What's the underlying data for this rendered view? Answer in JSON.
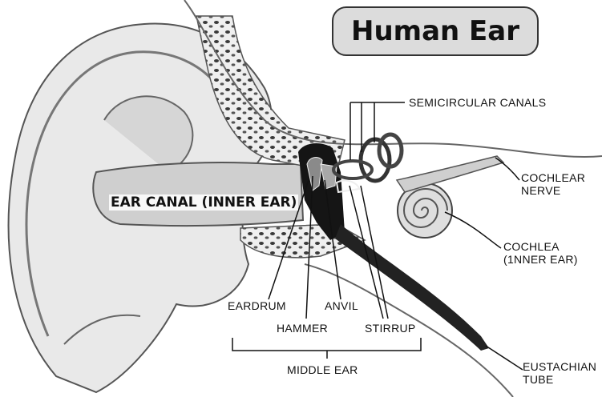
{
  "title": "Human Ear",
  "labels": {
    "semicircular_canals": "SEMICIRCULAR CANALS",
    "cochlear_nerve": "COCHLEAR\nNERVE",
    "ear_canal": "EAR CANAL (INNER EAR)",
    "cochlea": "COCHLEA\n(1NNER EAR)",
    "eardrum": "EARDRUM",
    "anvil": "ANVIL",
    "hammer": "HAMMER",
    "stirrup": "STIRRUP",
    "middle_ear": "MIDDLE EAR",
    "eustachian_tube": "EUSTACHIAN\nTUBE"
  }
}
